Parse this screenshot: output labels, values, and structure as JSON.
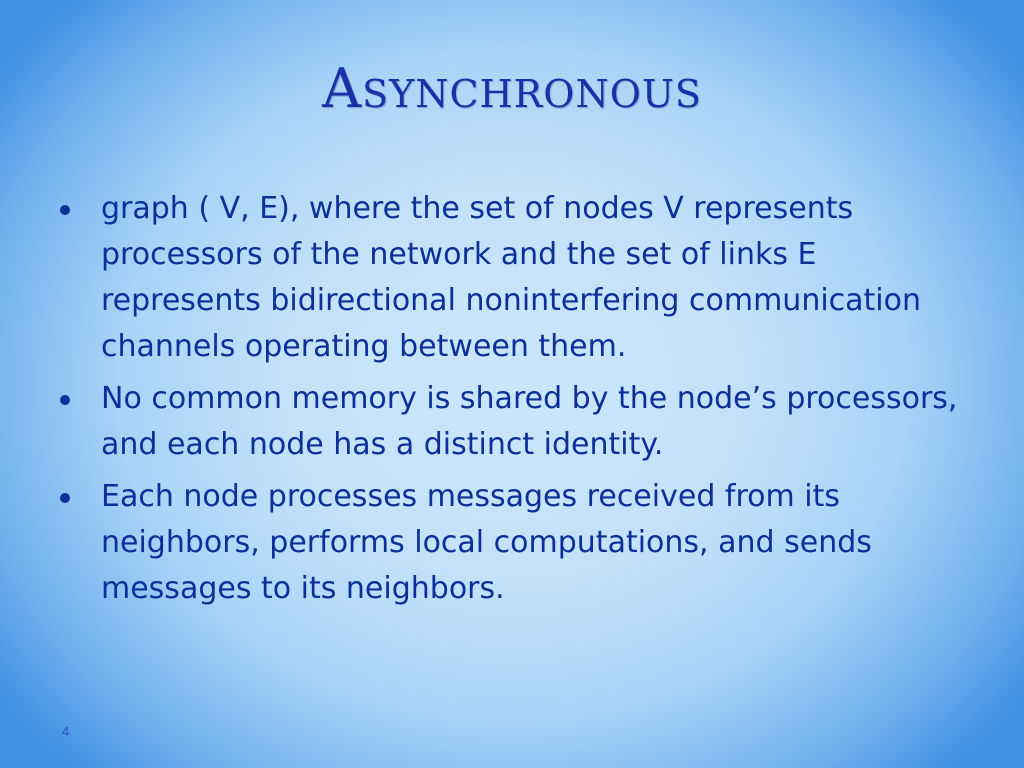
{
  "slide": {
    "title": "Asynchronous",
    "bullets": [
      "graph ( V, E), where the set of nodes V represents processors of the network and the set of links E represents bidirectional noninterfering communication channels operating between them.",
      "No common memory is shared by the node’s processors, and each node has a distinct identity.",
      "Each node processes messages received from its neighbors, performs local computations, and sends messages to its neighbors."
    ],
    "page_number": "4"
  },
  "colors": {
    "title": "#1a2fa8",
    "body_text": "#0c2f9a",
    "background_center": "#c9e6fb",
    "background_edge": "#3f8fe3"
  }
}
